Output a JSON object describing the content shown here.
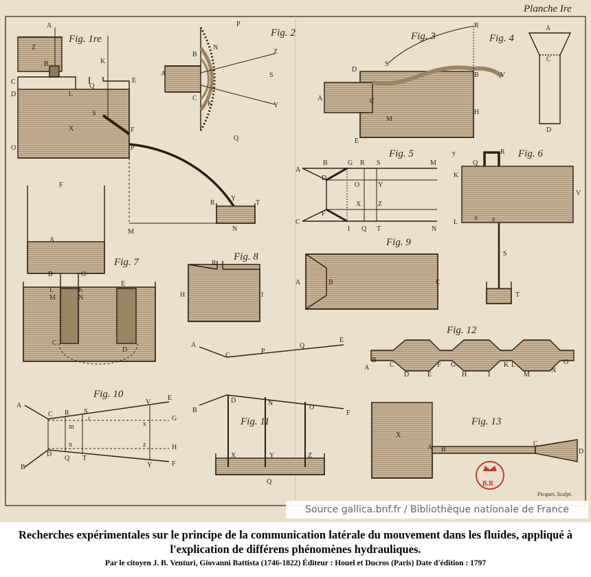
{
  "plate": {
    "title": "Planche Ire",
    "engraver": "Picquet, Sculpt.",
    "stamp": "B.R",
    "colors": {
      "paper": "#ebe0cc",
      "ink": "#2a1e12",
      "water": "#c4ad8f",
      "stamp": "#c0392b"
    }
  },
  "figures": [
    {
      "id": "fig1",
      "title": "Fig. 1re",
      "labels": [
        "A",
        "Z",
        "B",
        "C",
        "D",
        "L",
        "Q",
        "E",
        "K",
        "S",
        "F",
        "X",
        "O",
        "P",
        "R",
        "Y",
        "T",
        "M",
        "N"
      ]
    },
    {
      "id": "fig2",
      "title": "Fig. 2",
      "labels": [
        "P",
        "N",
        "Z",
        "B",
        "A",
        "C",
        "K",
        "S",
        "Y",
        "Q"
      ]
    },
    {
      "id": "fig3",
      "title": "Fig. 3",
      "labels": [
        "R",
        "D",
        "S",
        "B",
        "V",
        "A",
        "C",
        "M",
        "H",
        "E"
      ]
    },
    {
      "id": "fig4",
      "title": "Fig. 4",
      "labels": [
        "A",
        "C",
        "D"
      ]
    },
    {
      "id": "fig5",
      "title": "Fig. 5",
      "labels": [
        "A",
        "B",
        "G",
        "R",
        "S",
        "M",
        "D",
        "O",
        "Y",
        "X",
        "Z",
        "C",
        "F",
        "I",
        "Q",
        "T",
        "N"
      ]
    },
    {
      "id": "fig6",
      "title": "Fig. 6",
      "labels": [
        "y",
        "Q",
        "R",
        "K",
        "V",
        "L",
        "x",
        "z",
        "S",
        "T"
      ]
    },
    {
      "id": "fig7",
      "title": "Fig. 7",
      "labels": [
        "F",
        "A",
        "B",
        "O",
        "E",
        "L",
        "K",
        "M",
        "N",
        "C",
        "D"
      ]
    },
    {
      "id": "fig8",
      "title": "Fig. 8",
      "labels": [
        "R",
        "H",
        "I"
      ]
    },
    {
      "id": "fig9",
      "title": "Fig. 9",
      "labels": [
        "A",
        "B",
        "C"
      ]
    },
    {
      "id": "fig10",
      "title": "Fig. 10",
      "labels": [
        "A",
        "C",
        "R",
        "S",
        "V",
        "E",
        "G",
        "r",
        "m",
        "x",
        "n",
        "z",
        "H",
        "D",
        "Q",
        "T",
        "Y",
        "F",
        "B"
      ]
    },
    {
      "id": "fig11",
      "title": "Fig. 11",
      "labels": [
        "A",
        "C",
        "P",
        "Q",
        "E",
        "B",
        "D",
        "N",
        "O",
        "F",
        "X",
        "Y",
        "Z",
        "Q"
      ]
    },
    {
      "id": "fig12",
      "title": "Fig. 12",
      "labels": [
        "A",
        "B",
        "C",
        "D",
        "E",
        "F",
        "G",
        "H",
        "I",
        "K",
        "L",
        "M",
        "N",
        "O"
      ]
    },
    {
      "id": "fig13",
      "title": "Fig. 13",
      "labels": [
        "X",
        "A",
        "B",
        "C",
        "D"
      ]
    }
  ],
  "source": "Source gallica.bnf.fr / Bibliothèque nationale de France",
  "caption": {
    "title": "Recherches expérimentales sur le principe de la communication latérale du mouvement dans les fluides, appliqué à l'explication de différens phénomènes hydrauliques.",
    "meta": "Par le citoyen J. B. Venturi, Giovanni Battista (1746-1822)  Éditeur  :  Houel et Ducros (Paris) Date d'édition :  1797"
  }
}
